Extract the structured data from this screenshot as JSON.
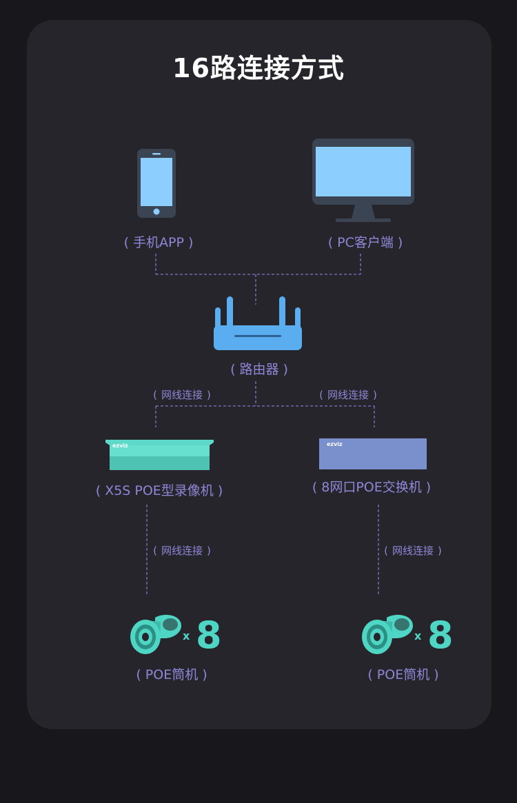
{
  "title": "16路连接方式",
  "devices": {
    "phone": "手机APP",
    "pc": "PC客户端",
    "router": "路由器",
    "nvr": "X5S POE型录像机",
    "switch": "8网口POE交换机",
    "camera_left": "POE筒机",
    "camera_right": "POE筒机"
  },
  "connections": {
    "router_to_nvr": "网线连接",
    "router_to_switch": "网线连接",
    "nvr_to_cameras": "网线连接",
    "switch_to_cameras": "网线连接"
  },
  "brand_logo": "ezviz",
  "camera_multiplier": {
    "x": "x",
    "count": "8"
  },
  "colors": {
    "background": "#18181c",
    "card": "#25252b",
    "label": "#8e87d8",
    "screen": "#8ccfff",
    "router": "#5aaef0",
    "nvr": "#5ed8c8",
    "switch": "#7a90cc",
    "camera": "#4fd5c4",
    "dashed_line": "#7f78c8"
  }
}
